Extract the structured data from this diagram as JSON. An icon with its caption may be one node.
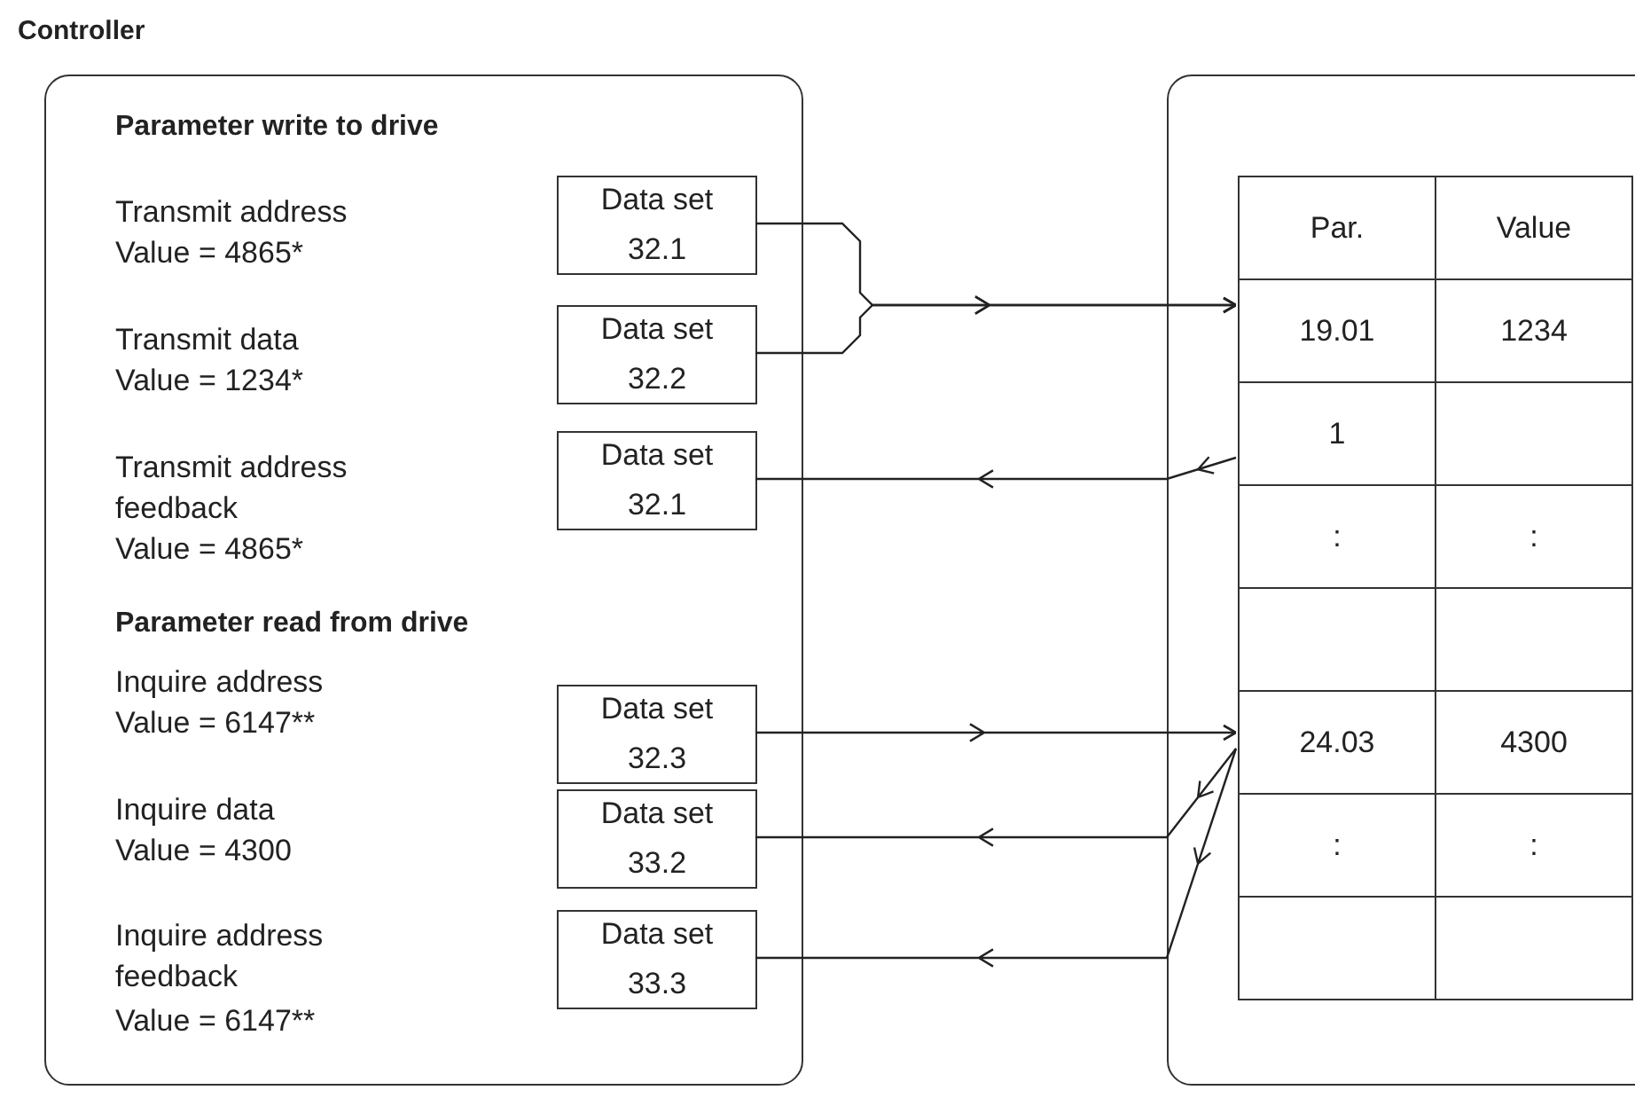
{
  "diagram": {
    "nodes": [
      {
        "text": [
          "Controller"
        ]
      },
      {
        "text": [
          "Data set 32.1"
        ],
        "in": 0
      },
      {
        "text": [
          "Data set 32.2"
        ],
        "in": 0
      },
      {
        "text": [
          "Data set 32.1"
        ],
        "in": 0
      },
      {
        "text": [
          "Data set 32.3"
        ],
        "in": 0
      },
      {
        "text": [
          "Data set 33.2"
        ],
        "in": 0
      },
      {
        "text": [
          "Data set 33.3"
        ],
        "in": 0
      },
      {
        "text": [],
        "shape": "box"
      },
      {
        "text": [],
        "shape": "box",
        "in": 7
      },
      {
        "text": [
          "Par."
        ],
        "in": 8
      },
      {
        "text": [
          "Value"
        ],
        "in": 8
      },
      {
        "text": [
          "19.01"
        ],
        "in": 8
      },
      {
        "text": [
          "1234"
        ],
        "in": 8
      },
      {
        "text": [
          "1"
        ],
        "in": 8
      },
      {
        "text": [],
        "shape": "box",
        "in": 8
      },
      {
        "text": [
          ":"
        ],
        "in": 8
      },
      {
        "text": [
          ":"
        ],
        "in": 8
      },
      {
        "text": [],
        "shape": "box",
        "in": 8
      },
      {
        "text": [],
        "shape": "box",
        "in": 8
      },
      {
        "text": [
          "24.03"
        ],
        "in": 8
      },
      {
        "text": [
          "4300"
        ],
        "in": 8
      },
      {
        "text": [
          ":"
        ],
        "in": 8
      },
      {
        "text": [
          ":"
        ],
        "in": 8
      },
      {
        "text": [],
        "shape": "box",
        "in": 8
      },
      {
        "text": [],
        "shape": "box",
        "in": 8
      }
    ],
    "edges": [
      {
        "from": 1,
        "to": 11,
        "arrow": "to"
      },
      {
        "from": 2,
        "to": 11,
        "arrow": "to"
      },
      {
        "from": 13,
        "to": 3,
        "arrow": "to"
      },
      {
        "from": 4,
        "to": 19,
        "arrow": "to"
      },
      {
        "from": 19,
        "to": 5,
        "arrow": "to"
      },
      {
        "from": 19,
        "to": 6,
        "arrow": "to"
      }
    ],
    "labels": [
      "Parameter write to drive",
      "Transmit address",
      "Value = 4865*",
      "Transmit data",
      "Value = 1234*",
      "Transmit address feedback",
      "Value = 4865*",
      "Parameter read from drive",
      "Inquire address",
      "Value = 6147**",
      "Inquire data",
      "Value = 4300",
      "Inquire address feedback",
      "Value = 6147**"
    ]
  }
}
